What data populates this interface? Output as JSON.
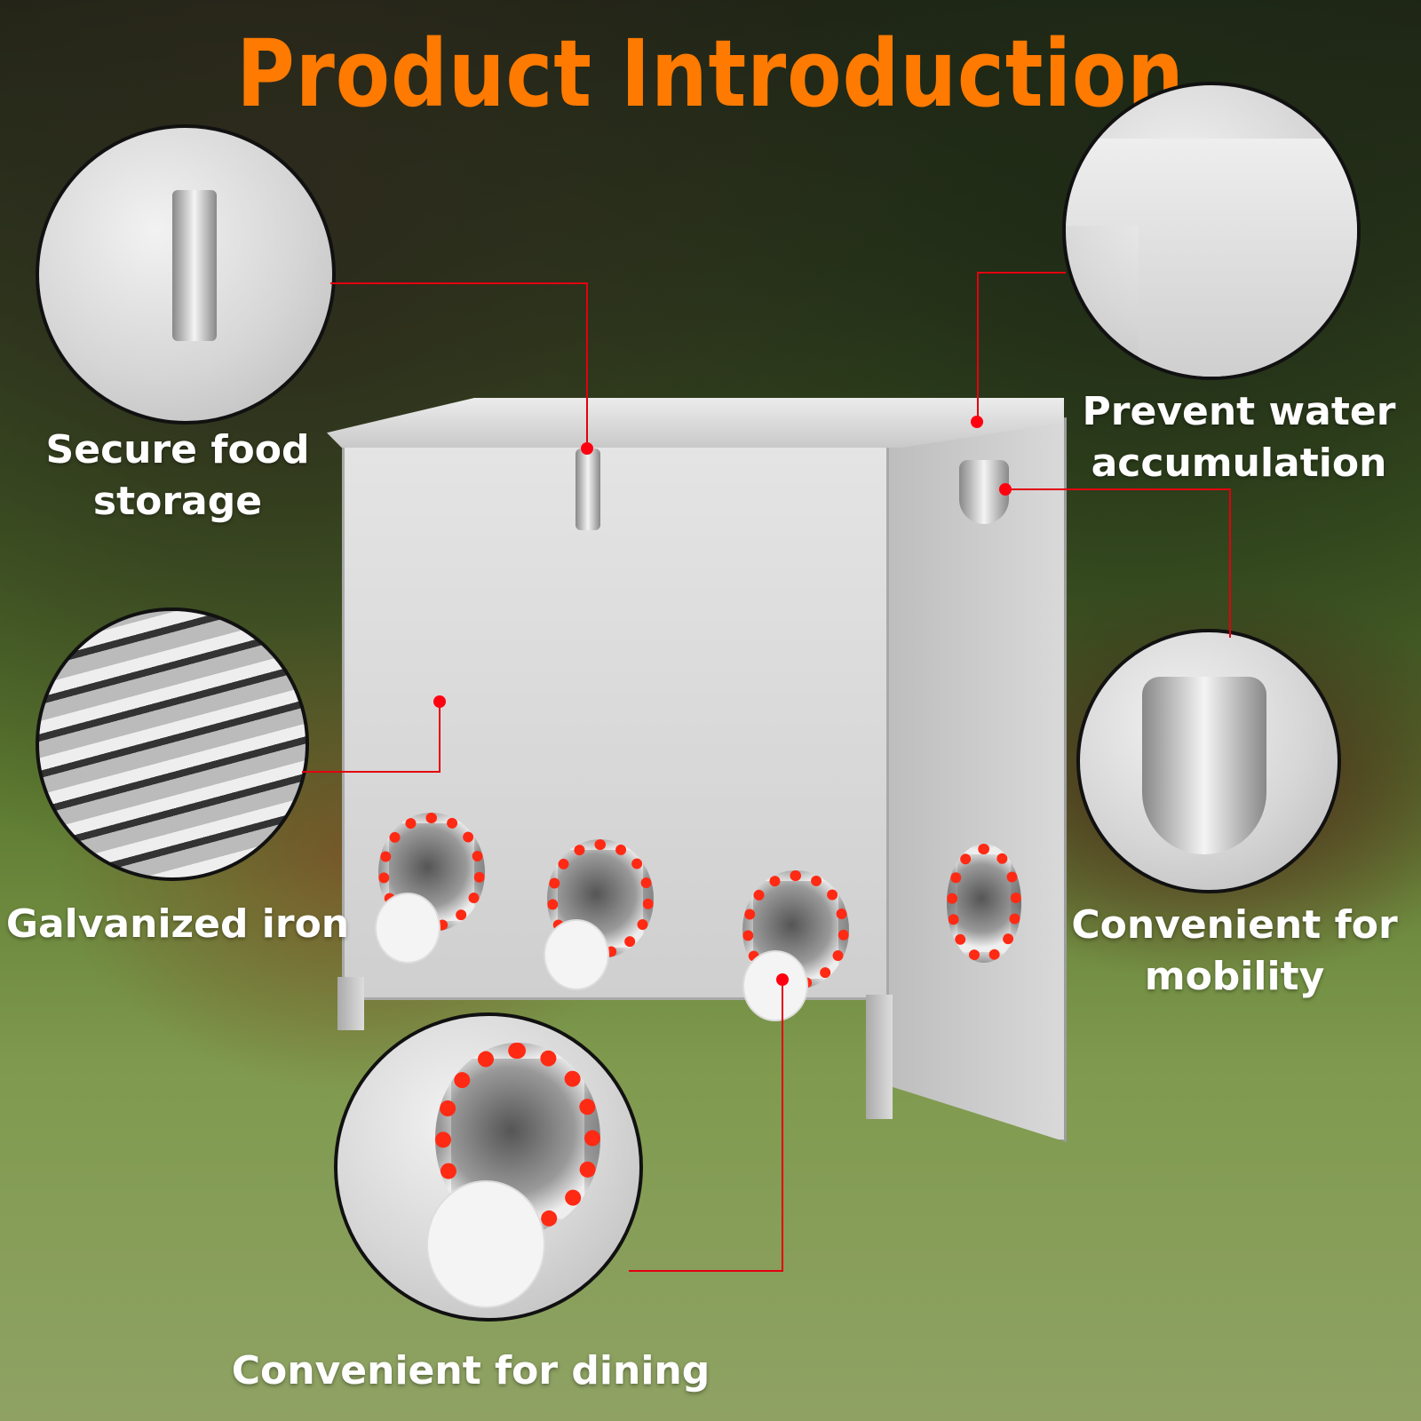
{
  "title": "Product Introduction",
  "features": [
    {
      "id": "secure-food-storage",
      "label_line1": "Secure food",
      "label_line2": "storage",
      "detail": "latch-closeup"
    },
    {
      "id": "prevent-water-accumulation",
      "label_line1": "Prevent water",
      "label_line2": "accumulation",
      "detail": "lid-edge-closeup"
    },
    {
      "id": "galvanized-iron",
      "label_line1": "Galvanized iron",
      "label_line2": "",
      "detail": "metal-sheet-closeup"
    },
    {
      "id": "convenient-for-mobility",
      "label_line1": "Convenient for",
      "label_line2": "mobility",
      "detail": "handle-closeup"
    },
    {
      "id": "convenient-for-dining",
      "label_line1": "Convenient for dining",
      "label_line2": "",
      "detail": "feeding-port-closeup"
    }
  ],
  "colors": {
    "title": "#ff7a00",
    "callout_line": "#e3000f",
    "port_ring": "#ff2a14",
    "label_text": "#ffffff"
  },
  "product": {
    "type": "galvanized chicken feeder box",
    "feeding_ports_visible": 4
  }
}
